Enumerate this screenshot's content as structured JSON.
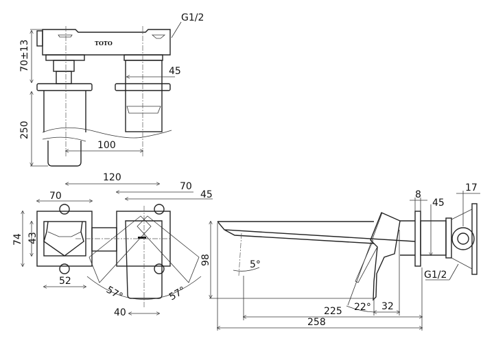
{
  "brand": "TOTO",
  "top_view": {
    "thread": "G1/2",
    "height_adjust": "70±13",
    "wall_depth": "250",
    "cartridge_dia": "45",
    "center_distance": "100"
  },
  "front_view": {
    "centers": "120",
    "plate_left": "70",
    "plate_right": "70",
    "handle_dia": "45",
    "plate_height": "74",
    "inner_height": "43",
    "inner_width": "52",
    "handle_width": "40",
    "angle_left": "57°",
    "angle_right": "57°"
  },
  "side_view": {
    "height": "98",
    "flow_angle": "5°",
    "lever_angle": "22°",
    "lever_offset": "32",
    "spout_reach": "225",
    "total_length": "258",
    "flange": "8",
    "body_dia": "45",
    "valve_depth": "17",
    "thread": "G1/2"
  }
}
